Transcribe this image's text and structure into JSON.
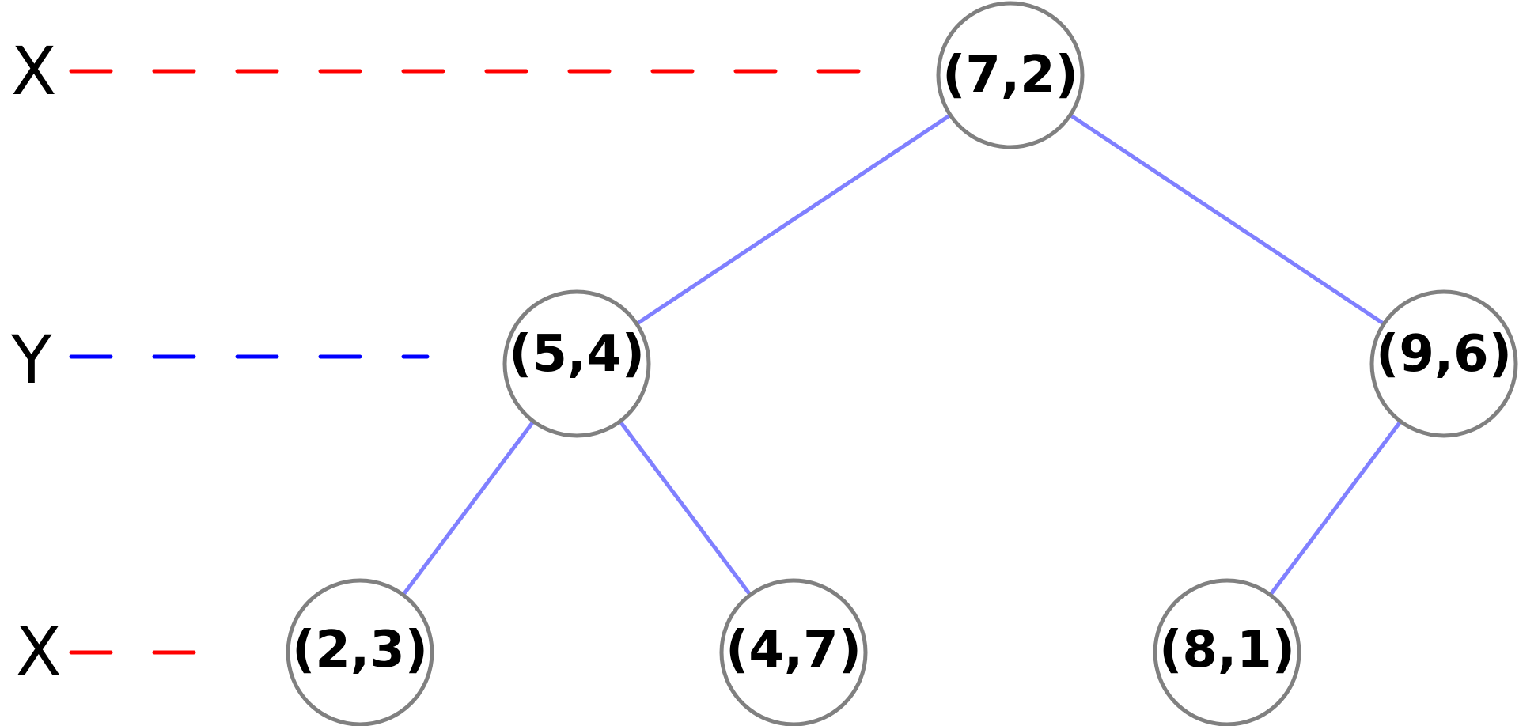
{
  "colors": {
    "x_axis": "#ff0000",
    "y_axis": "#0000ff",
    "edge": "#8080ff",
    "node_stroke": "#808080",
    "text": "#000000",
    "background": "#ffffff"
  },
  "levels": [
    {
      "label": "X",
      "split_axis": "x"
    },
    {
      "label": "Y",
      "split_axis": "y"
    },
    {
      "label": "X",
      "split_axis": "x"
    }
  ],
  "nodes": {
    "root": {
      "label": "(7,2)"
    },
    "left": {
      "label": "(5,4)"
    },
    "right": {
      "label": "(9,6)"
    },
    "left_left": {
      "label": "(2,3)"
    },
    "left_right": {
      "label": "(4,7)"
    },
    "right_left": {
      "label": "(8,1)"
    }
  },
  "edges": [
    {
      "from": "root",
      "to": "left"
    },
    {
      "from": "root",
      "to": "right"
    },
    {
      "from": "left",
      "to": "left_left"
    },
    {
      "from": "left",
      "to": "left_right"
    },
    {
      "from": "right",
      "to": "right_left"
    }
  ]
}
